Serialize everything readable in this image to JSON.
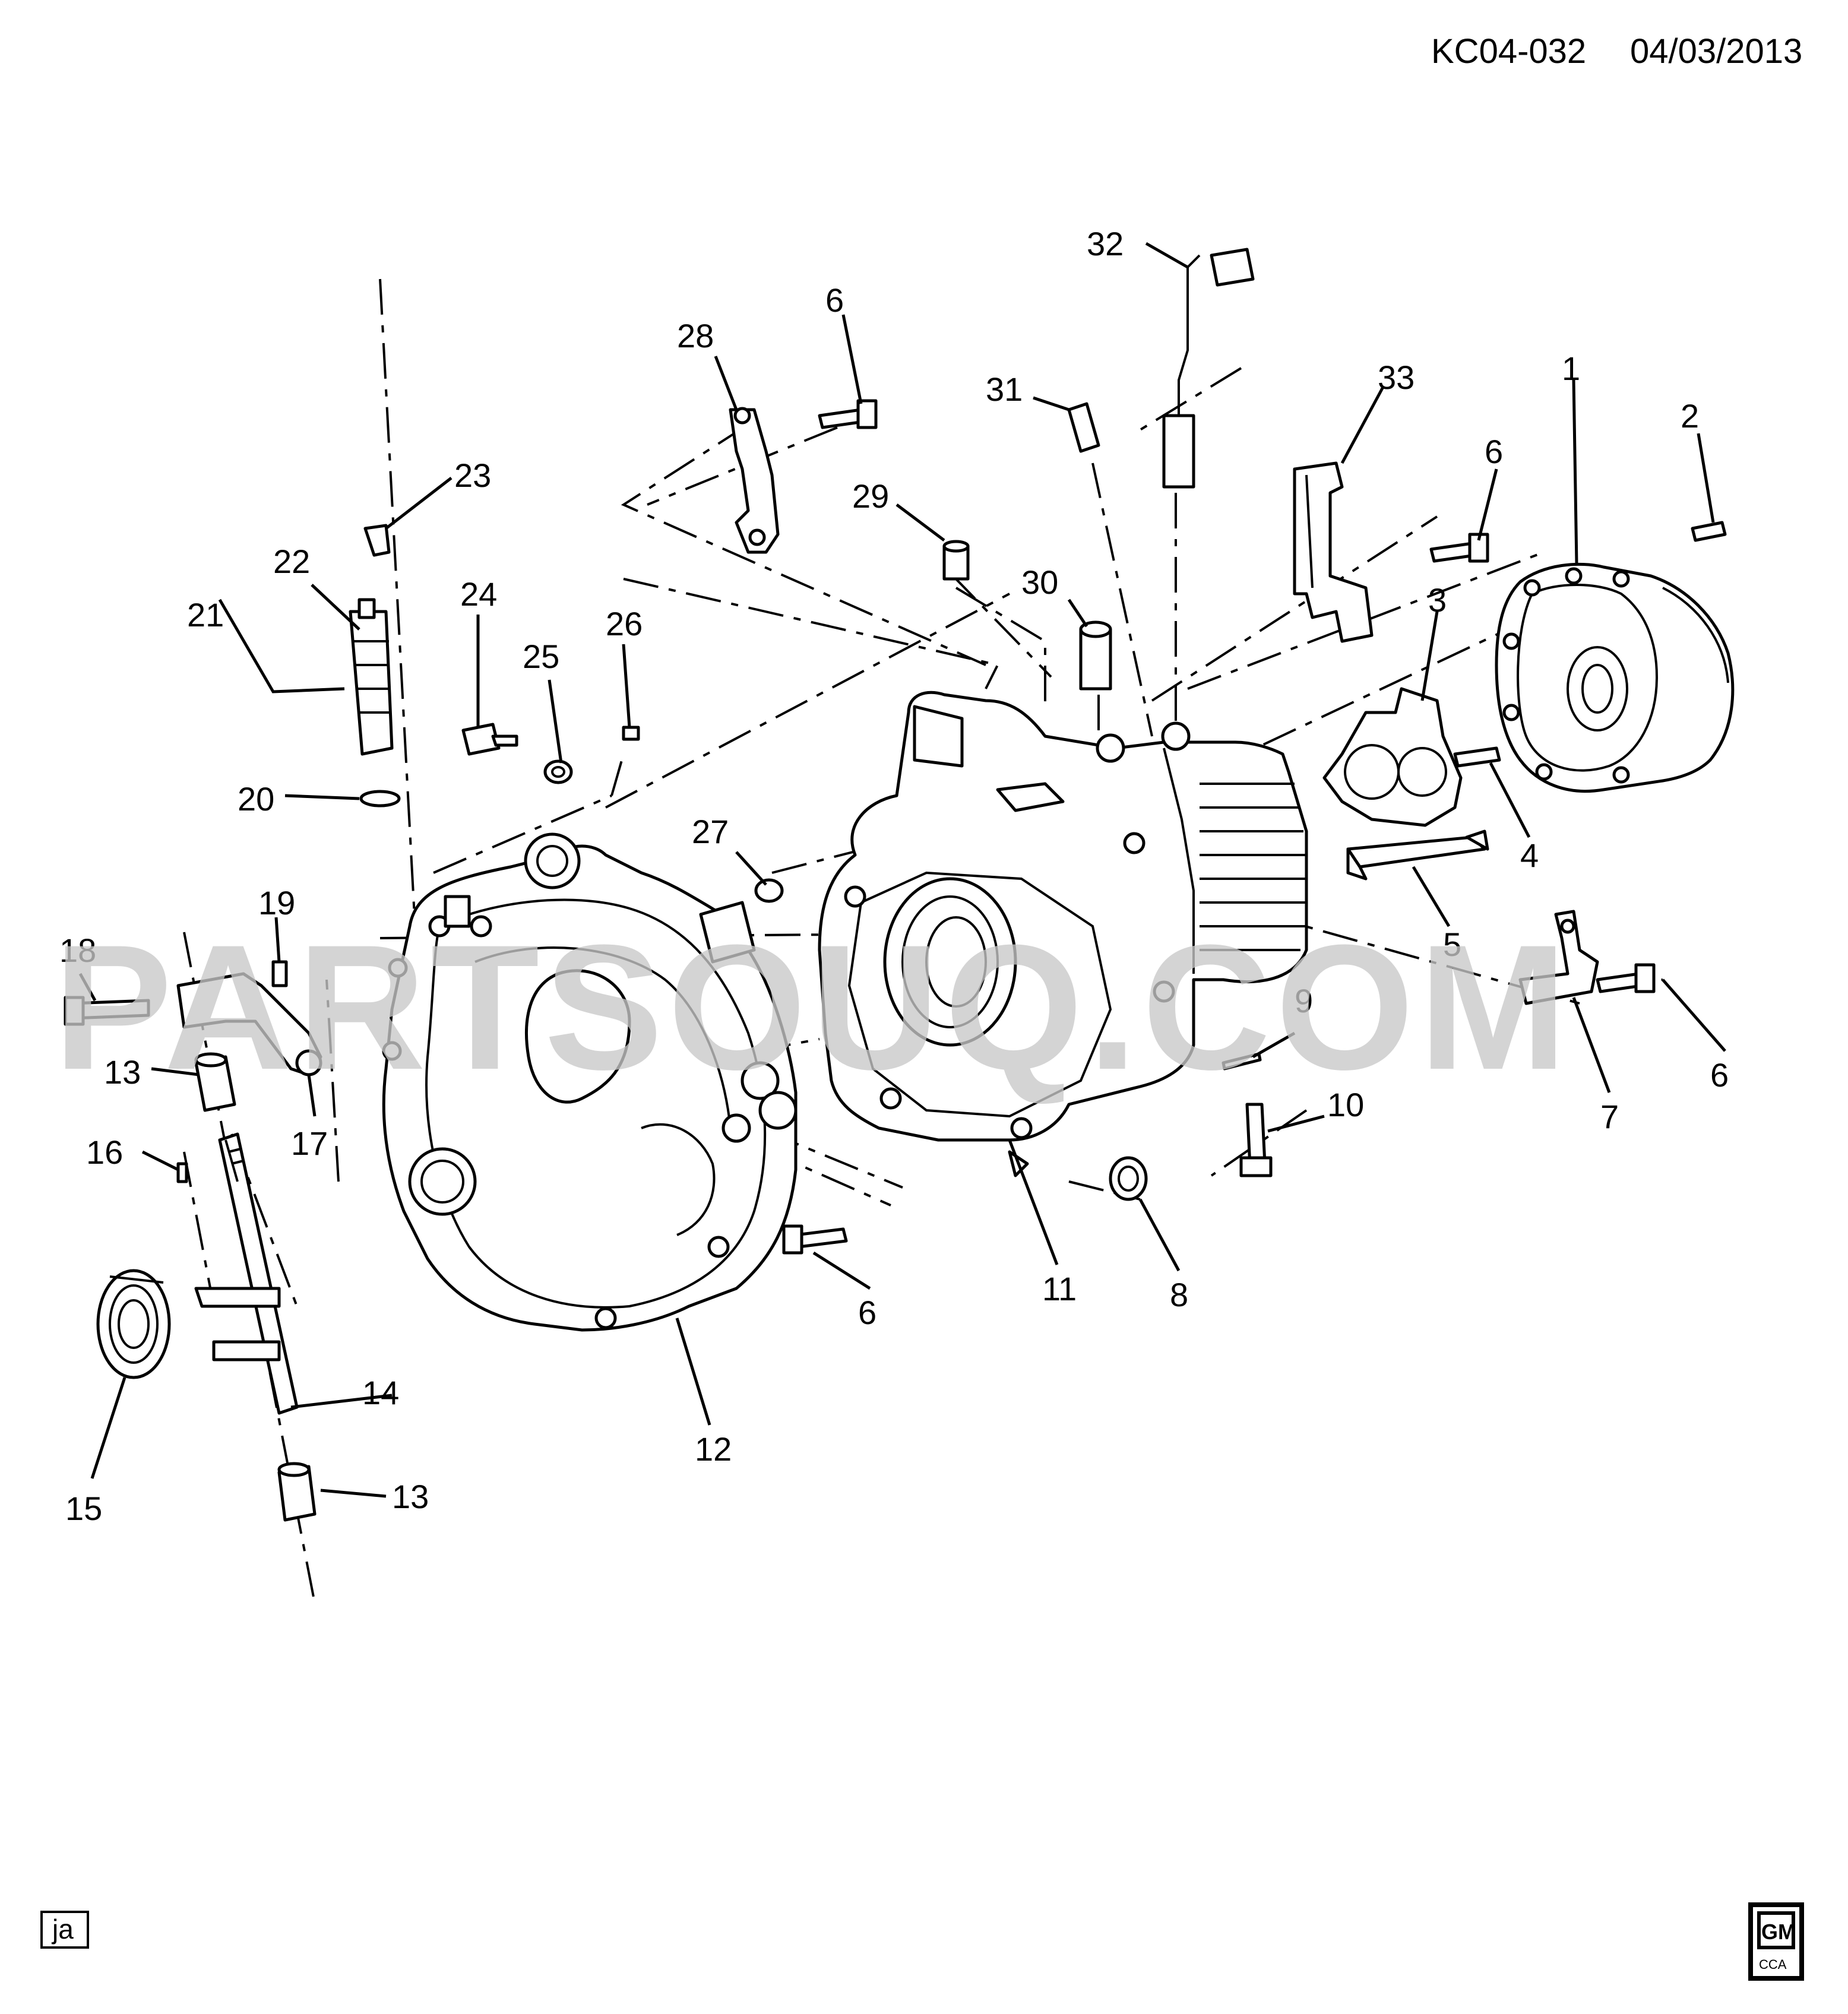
{
  "header": {
    "code": "KC04-032",
    "date": "04/03/2013"
  },
  "watermark": "PARTSOUQ.COM",
  "footer": {
    "tag": "ja",
    "logo_top": "GM",
    "logo_bottom": "CCA"
  },
  "callouts": {
    "c1": "1",
    "c2": "2",
    "c3": "3",
    "c4": "4",
    "c5": "5",
    "c6a": "6",
    "c6b": "6",
    "c6c": "6",
    "c6d": "6",
    "c7": "7",
    "c8": "8",
    "c9": "9",
    "c10": "10",
    "c11": "11",
    "c12": "12",
    "c13a": "13",
    "c13b": "13",
    "c14": "14",
    "c15": "15",
    "c16": "16",
    "c17": "17",
    "c18": "18",
    "c19": "19",
    "c20": "20",
    "c21": "21",
    "c22": "22",
    "c23": "23",
    "c24": "24",
    "c25": "25",
    "c26": "26",
    "c27": "27",
    "c28": "28",
    "c29": "29",
    "c30": "30",
    "c31": "31",
    "c32": "32",
    "c33": "33"
  },
  "colors": {
    "line": "#000000",
    "watermark": "#c8c8c8",
    "background": "#ffffff"
  }
}
